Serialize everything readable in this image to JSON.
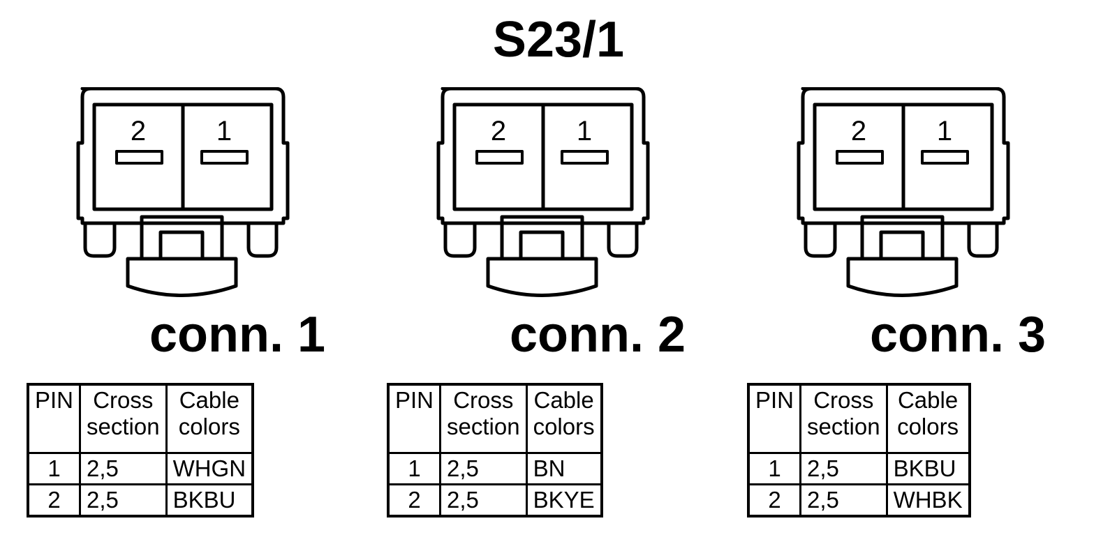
{
  "title": "S23/1",
  "connectors": [
    {
      "label": "conn. 1",
      "pin_labels": [
        "2",
        "1"
      ],
      "table": {
        "headers": [
          "PIN",
          "Cross section",
          "Cable colors"
        ],
        "rows": [
          {
            "pin": "1",
            "cross_section": "2,5",
            "cable_color": "WHGN"
          },
          {
            "pin": "2",
            "cross_section": "2,5",
            "cable_color": "BKBU"
          }
        ]
      }
    },
    {
      "label": "conn. 2",
      "pin_labels": [
        "2",
        "1"
      ],
      "table": {
        "headers": [
          "PIN",
          "Cross section",
          "Cable colors"
        ],
        "rows": [
          {
            "pin": "1",
            "cross_section": "2,5",
            "cable_color": "BN"
          },
          {
            "pin": "2",
            "cross_section": "2,5",
            "cable_color": "BKYE"
          }
        ]
      }
    },
    {
      "label": "conn. 3",
      "pin_labels": [
        "2",
        "1"
      ],
      "table": {
        "headers": [
          "PIN",
          "Cross section",
          "Cable colors"
        ],
        "rows": [
          {
            "pin": "1",
            "cross_section": "2,5",
            "cable_color": "BKBU"
          },
          {
            "pin": "2",
            "cross_section": "2,5",
            "cable_color": "WHBK"
          }
        ]
      }
    }
  ]
}
